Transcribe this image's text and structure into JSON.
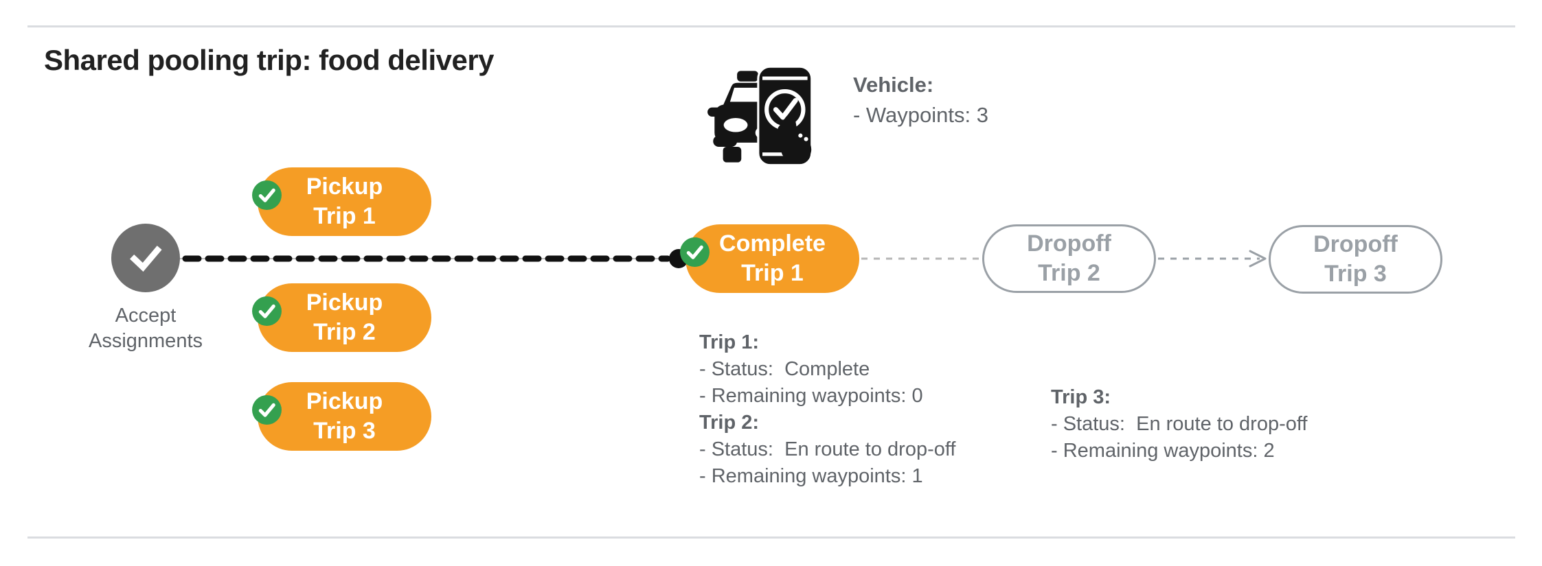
{
  "page": {
    "title": "Shared pooling trip: food delivery"
  },
  "vehicle": {
    "heading": "Vehicle:",
    "waypoints_line": "- Waypoints: 3",
    "icon": "car-phone-check-icon"
  },
  "flow": {
    "start": {
      "label": "Accept\nAssignments",
      "icon": "gray-checkmark-circle"
    },
    "pickups": [
      {
        "label": "Pickup\nTrip 1",
        "badge": "green-check-icon"
      },
      {
        "label": "Pickup\nTrip 2",
        "badge": "green-check-icon"
      },
      {
        "label": "Pickup\nTrip 3",
        "badge": "green-check-icon"
      }
    ],
    "current": {
      "label": "Complete\nTrip 1",
      "badge": "green-check-icon"
    },
    "upcoming": [
      {
        "label": "Dropoff\nTrip 2"
      },
      {
        "label": "Dropoff\nTrip 3"
      }
    ]
  },
  "details": {
    "left": [
      {
        "heading": "Trip 1:",
        "status_line": "- Status:  Complete",
        "waypoints_line": "- Remaining waypoints: 0"
      },
      {
        "heading": "Trip 2:",
        "status_line": "- Status:  En route to drop-off",
        "waypoints_line": "- Remaining waypoints: 1"
      }
    ],
    "right": [
      {
        "heading": "Trip 3:",
        "status_line": "- Status:  En route to drop-off",
        "waypoints_line": "- Remaining waypoints: 2"
      }
    ]
  },
  "colors": {
    "orange": "#F59D25",
    "green": "#34A04F",
    "gray_node": "#6F6F6F",
    "gray_outline": "#9AA0A6",
    "text_gray": "#5F6368",
    "line_black": "#111111",
    "divider": "#DADCE0"
  }
}
